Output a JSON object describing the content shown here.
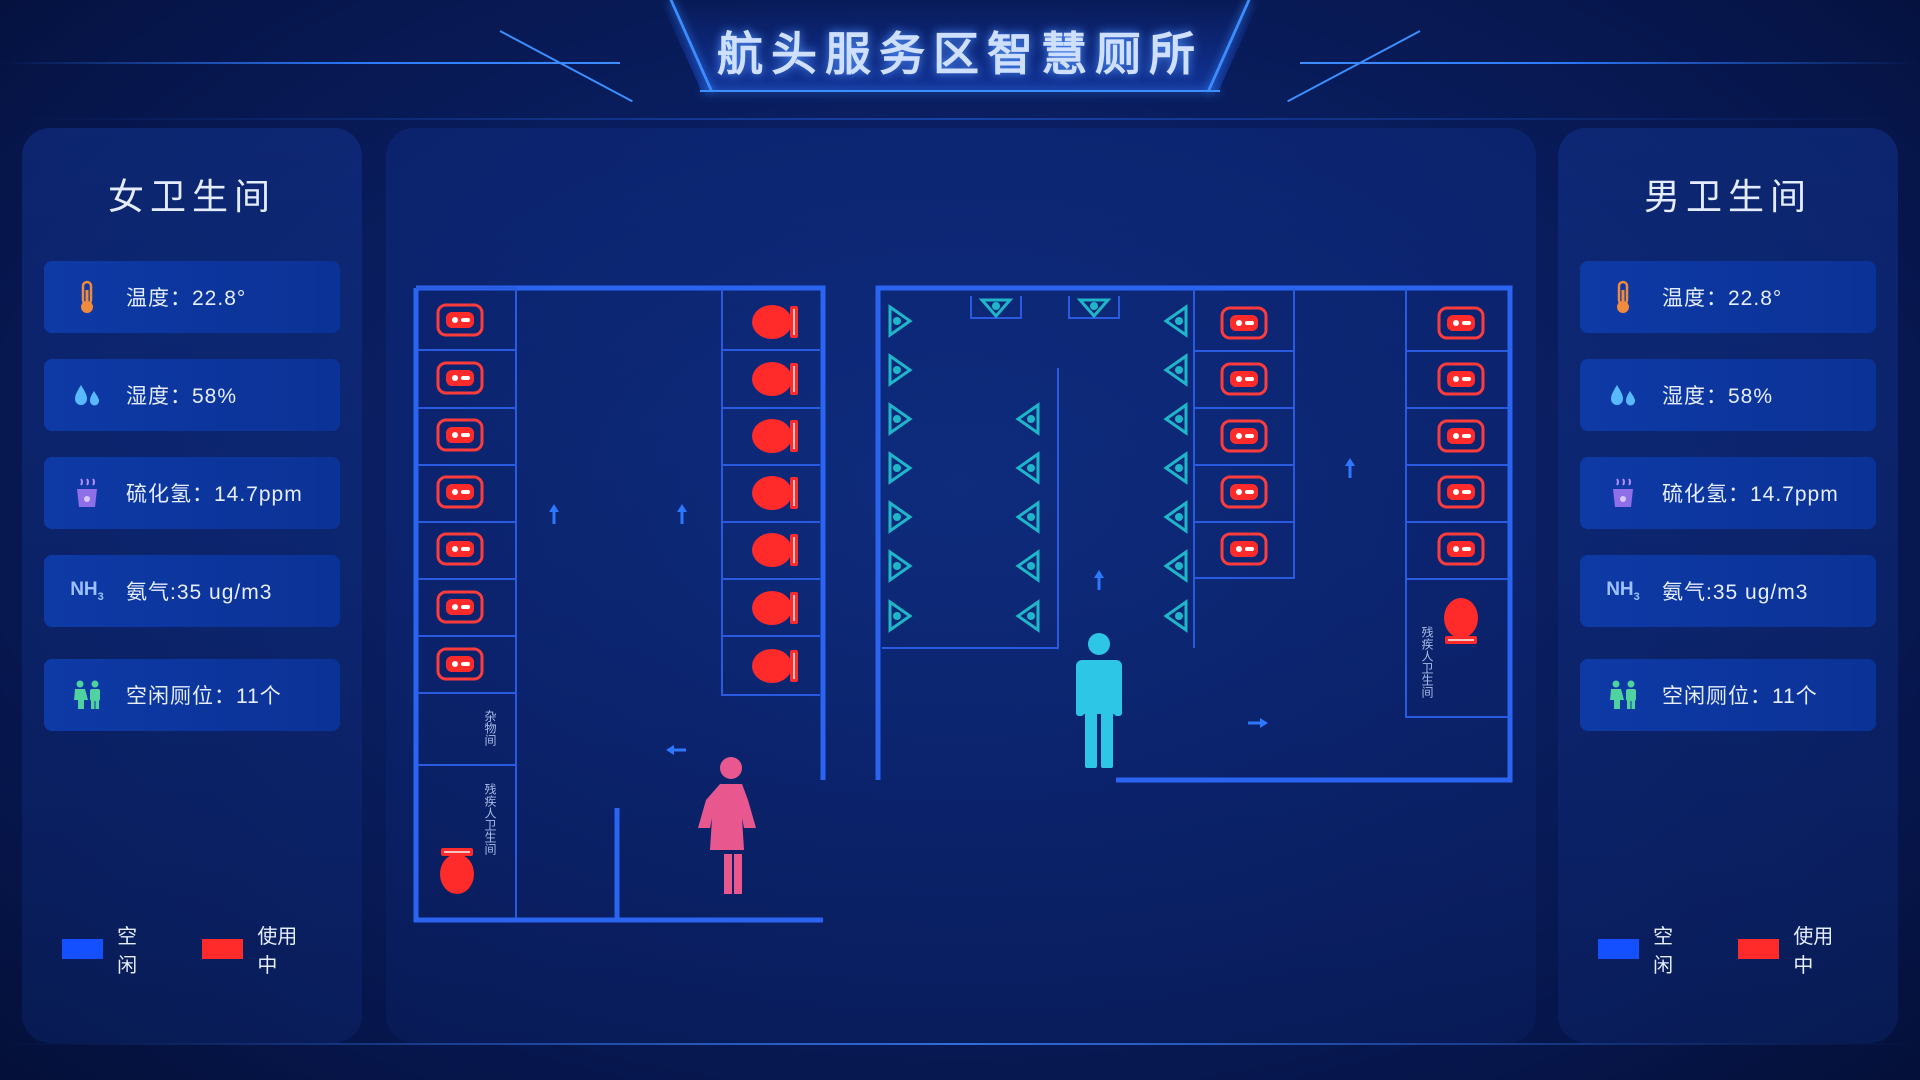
{
  "header": {
    "title": "航头服务区智慧厕所"
  },
  "female": {
    "title": "女卫生间",
    "stats": {
      "temperature": "温度：22.8°",
      "humidity": "湿度：58%",
      "h2s": "硫化氢：14.7ppm",
      "ammonia": "氨气:35 ug/m3",
      "vacant": "空闲厕位：11个"
    },
    "legend": {
      "idle": "空闲",
      "busy": "使用中"
    },
    "room_labels": {
      "storage": "杂物间",
      "accessible": "残疾人卫生间"
    }
  },
  "male": {
    "title": "男卫生间",
    "stats": {
      "temperature": "温度：22.8°",
      "humidity": "湿度：58%",
      "h2s": "硫化氢：14.7ppm",
      "ammonia": "氨气:35 ug/m3",
      "vacant": "空闲厕位：11个"
    },
    "legend": {
      "idle": "空闲",
      "busy": "使用中"
    },
    "room_labels": {
      "accessible": "残疾人卫生间"
    }
  },
  "nh3_symbol": "NH3",
  "colors": {
    "idle": "#1450ff",
    "busy": "#ff2a2a",
    "urinal": "#1fb6c9",
    "female_figure": "#e8588f",
    "male_figure": "#2ec6e6"
  },
  "icons": [
    "thermometer-icon",
    "water-drop-icon",
    "chemical-flask-icon",
    "nh3-icon",
    "restroom-people-icon",
    "squat-toilet-icon",
    "seat-toilet-icon",
    "urinal-icon",
    "female-figure-icon",
    "male-figure-icon",
    "arrow-icon"
  ]
}
